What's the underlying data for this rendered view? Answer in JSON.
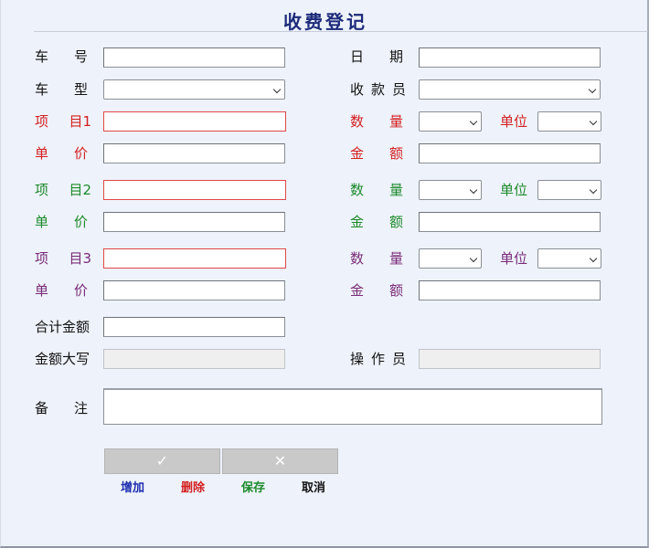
{
  "window": {
    "title": "收费登记"
  },
  "form": {
    "plate": {
      "label_a": "车",
      "label_b": "号",
      "value": ""
    },
    "date": {
      "label_a": "日",
      "label_b": "期",
      "value": ""
    },
    "vehicle_type": {
      "label_a": "车",
      "label_b": "型",
      "value": ""
    },
    "cashier": {
      "label_a": "收",
      "label_m": "款",
      "label_b": "员",
      "value": ""
    },
    "items": [
      {
        "item_label_a": "项",
        "item_label_b": "目1",
        "item_value": "",
        "qty_label_a": "数",
        "qty_label_b": "量",
        "qty_value": "",
        "unit_label": "单位",
        "unit_value": "",
        "price_label_a": "单",
        "price_label_b": "价",
        "price_value": "",
        "amount_label_a": "金",
        "amount_label_b": "额",
        "amount_value": ""
      },
      {
        "item_label_a": "项",
        "item_label_b": "目2",
        "item_value": "",
        "qty_label_a": "数",
        "qty_label_b": "量",
        "qty_value": "",
        "unit_label": "单位",
        "unit_value": "",
        "price_label_a": "单",
        "price_label_b": "价",
        "price_value": "",
        "amount_label_a": "金",
        "amount_label_b": "额",
        "amount_value": ""
      },
      {
        "item_label_a": "项",
        "item_label_b": "目3",
        "item_value": "",
        "qty_label_a": "数",
        "qty_label_b": "量",
        "qty_value": "",
        "unit_label": "单位",
        "unit_value": "",
        "price_label_a": "单",
        "price_label_b": "价",
        "price_value": "",
        "amount_label_a": "金",
        "amount_label_b": "额",
        "amount_value": ""
      }
    ],
    "total": {
      "label": "合计金额",
      "value": ""
    },
    "amount_words": {
      "label": "金额大写",
      "value": ""
    },
    "operator": {
      "label_a": "操",
      "label_m": "作",
      "label_b": "员",
      "value": ""
    },
    "remarks": {
      "label_a": "备",
      "label_b": "注",
      "value": ""
    }
  },
  "buttons": {
    "confirm_glyph": "✓",
    "cancel_glyph": "✕"
  },
  "actions": {
    "add": "增加",
    "delete": "删除",
    "save": "保存",
    "cancel": "取消"
  },
  "colors": {
    "title": "#1c2a7a",
    "item1": "#d42020",
    "item2": "#1c8a2a",
    "item3": "#7a2b78",
    "required_border": "#e04747"
  },
  "icons": {
    "confirm": "check-icon",
    "cancel": "close-icon",
    "dropdown": "chevron-down-icon"
  }
}
